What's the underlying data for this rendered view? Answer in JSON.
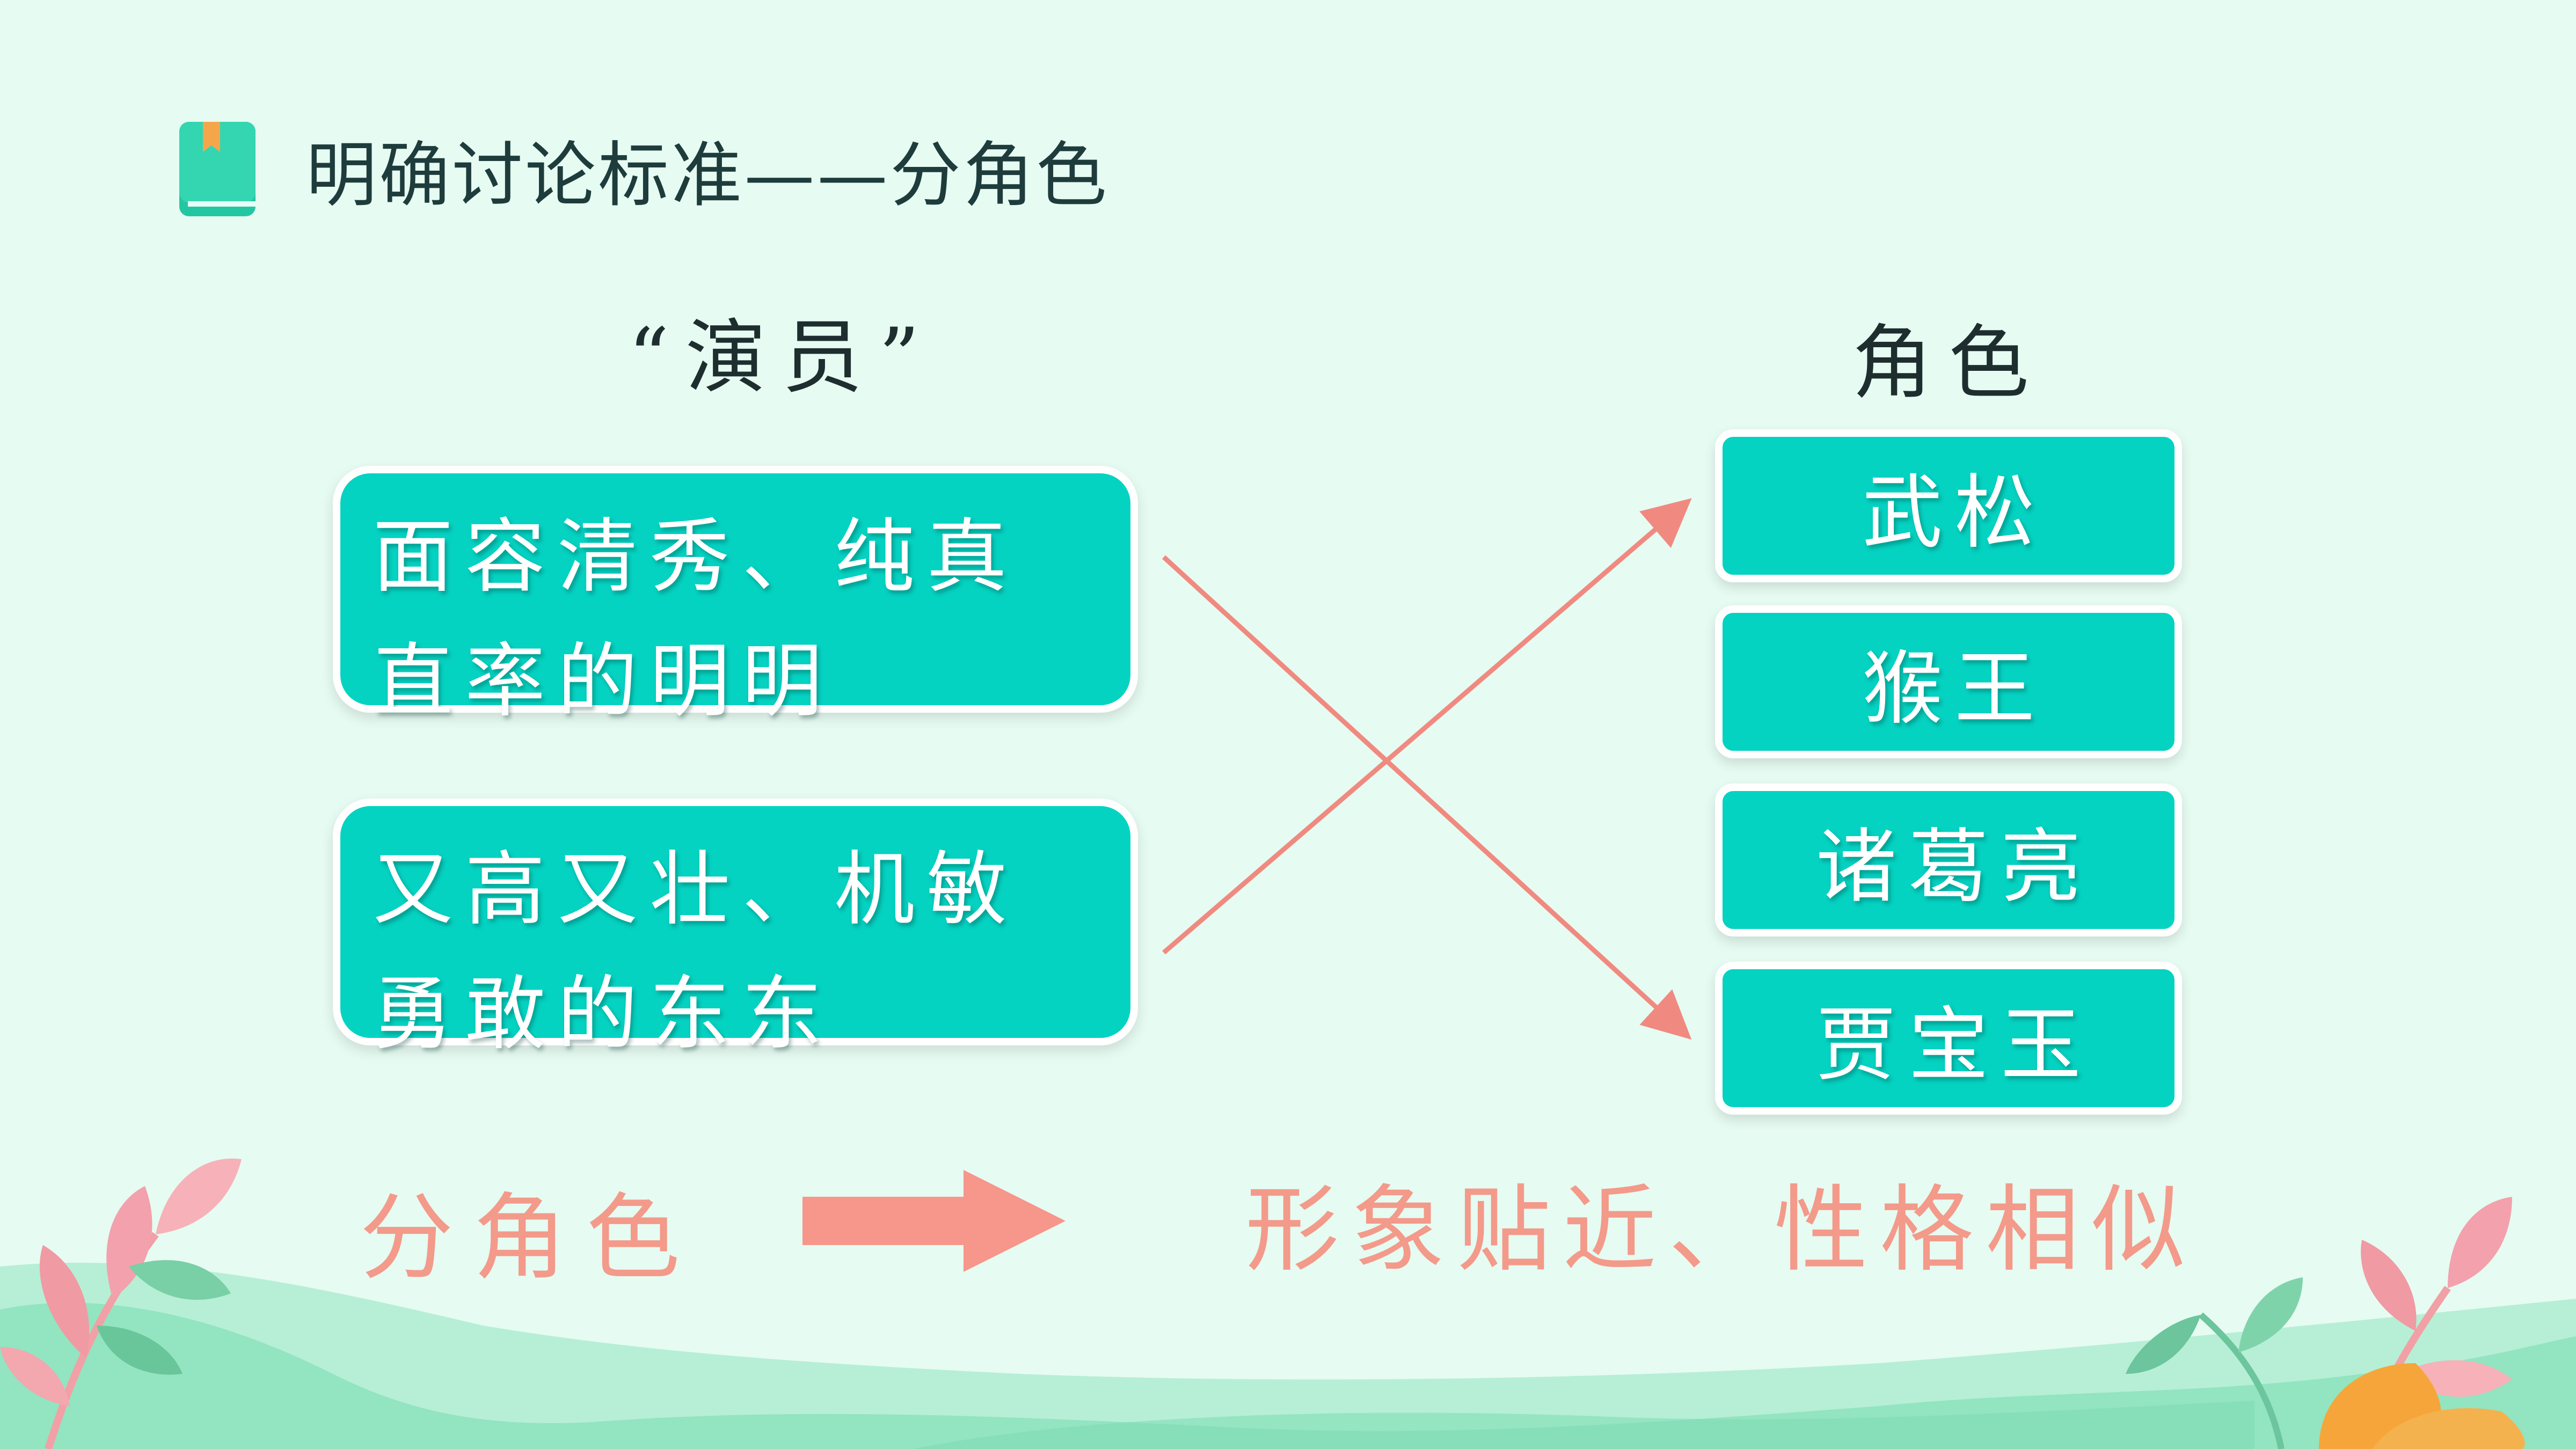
{
  "title": "明确讨论标准——分角色",
  "actors_header": "“演员”",
  "roles_header": "角色",
  "actors": [
    {
      "line1": "面容清秀、纯真",
      "line2": "直率的明明"
    },
    {
      "line1": "又高又壮、机敏",
      "line2": "勇敢的东东"
    }
  ],
  "roles": [
    "武松",
    "猴王",
    "诸葛亮",
    "贾宝玉"
  ],
  "connections": [
    {
      "from_actor": 0,
      "to_role": 3
    },
    {
      "from_actor": 1,
      "to_role": 0
    }
  ],
  "footer": {
    "left": "分角色",
    "right": "形象贴近、性格相似"
  },
  "colors": {
    "background": "#e6fbf2",
    "box_fill": "#05d3c2",
    "connector": "#f08a80",
    "footer_text": "#f39a8a",
    "footer_arrow": "#f7968a"
  },
  "icons": {
    "title": "book-icon"
  }
}
